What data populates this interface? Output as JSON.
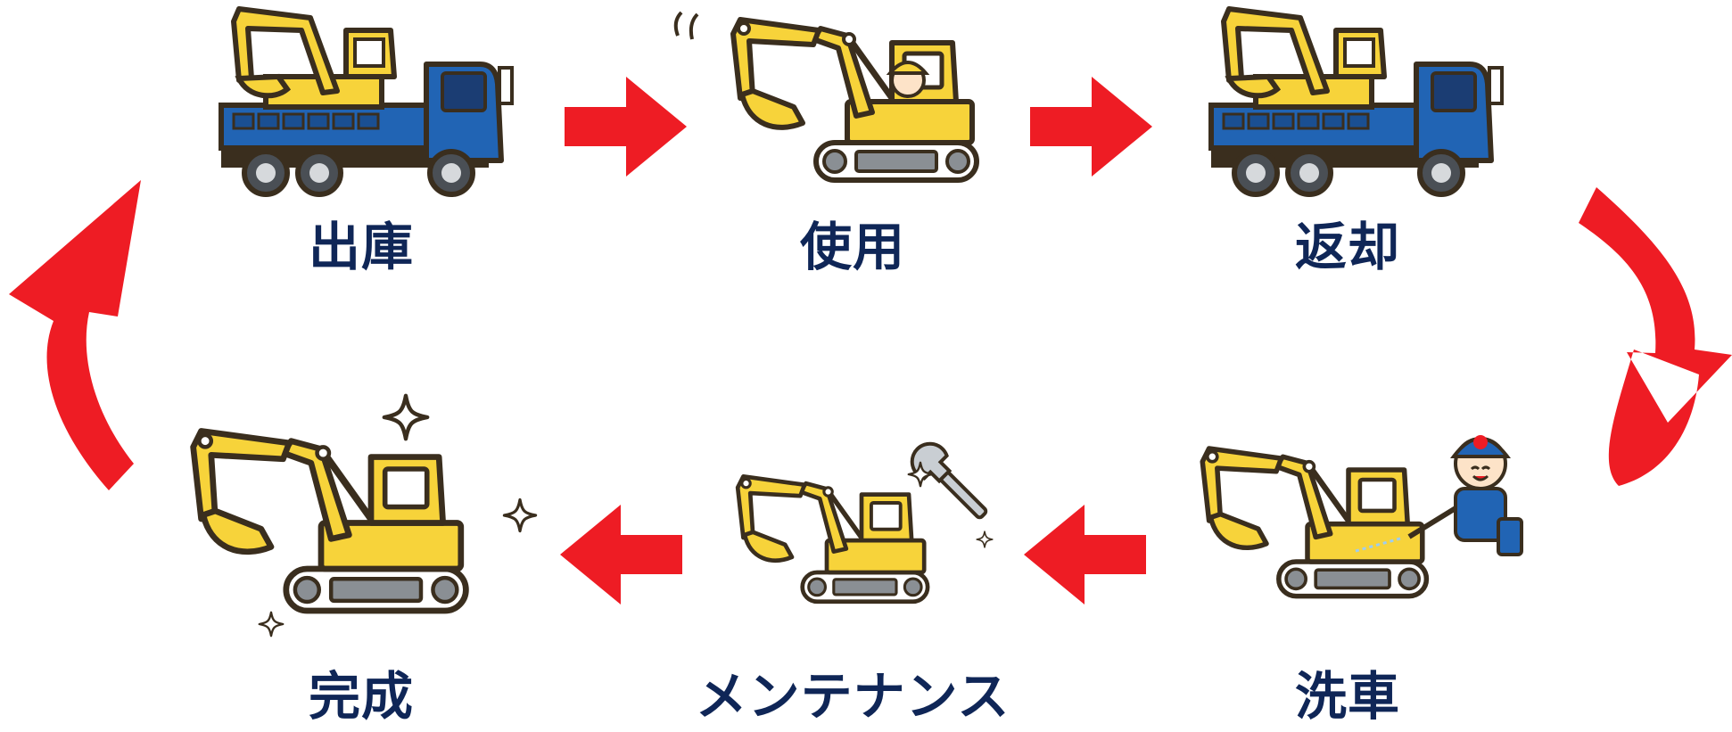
{
  "steps": [
    {
      "id": "shukko",
      "label": "出庫",
      "image": "excavator-on-truck"
    },
    {
      "id": "shiyou",
      "label": "使用",
      "image": "excavator-with-operator"
    },
    {
      "id": "henkyaku",
      "label": "返却",
      "image": "excavator-on-truck"
    },
    {
      "id": "sensha",
      "label": "洗車",
      "image": "excavator-with-washing-worker"
    },
    {
      "id": "maintenance",
      "label": "メンテナンス",
      "image": "excavator-with-wrench"
    },
    {
      "id": "kansei",
      "label": "完成",
      "image": "sparkling-excavator"
    }
  ],
  "colors": {
    "arrow": "#ee1c24",
    "label": "#0f2657",
    "excavator_body": "#f7d33a",
    "truck_body": "#2164b4",
    "outline": "#3a2e1e"
  }
}
